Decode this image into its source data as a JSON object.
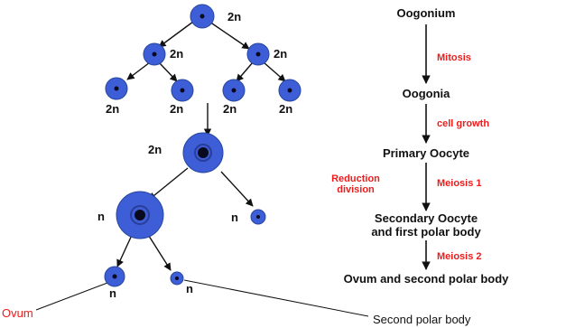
{
  "colors": {
    "cell": "#3d5ed6",
    "cell_edge": "#27469f",
    "nucleus": "#0a0a1e",
    "line": "#111111",
    "process": "#ee1c1c"
  },
  "tree": {
    "ploidy_2n": "2n",
    "ploidy_n": "n",
    "ovum_label": "Ovum",
    "second_polar_body_label": "Second polar body"
  },
  "flow": {
    "stages": [
      "Oogonium",
      "Oogonia",
      "Primary Oocyte",
      "Secondary Oocyte",
      "and first polar body",
      "Ovum and second polar body"
    ],
    "processes": {
      "mitosis": "Mitosis",
      "cell_growth": "cell growth",
      "meiosis1": "Meiosis 1",
      "meiosis2": "Meiosis 2",
      "reduction_1": "Reduction",
      "reduction_2": "division"
    }
  }
}
